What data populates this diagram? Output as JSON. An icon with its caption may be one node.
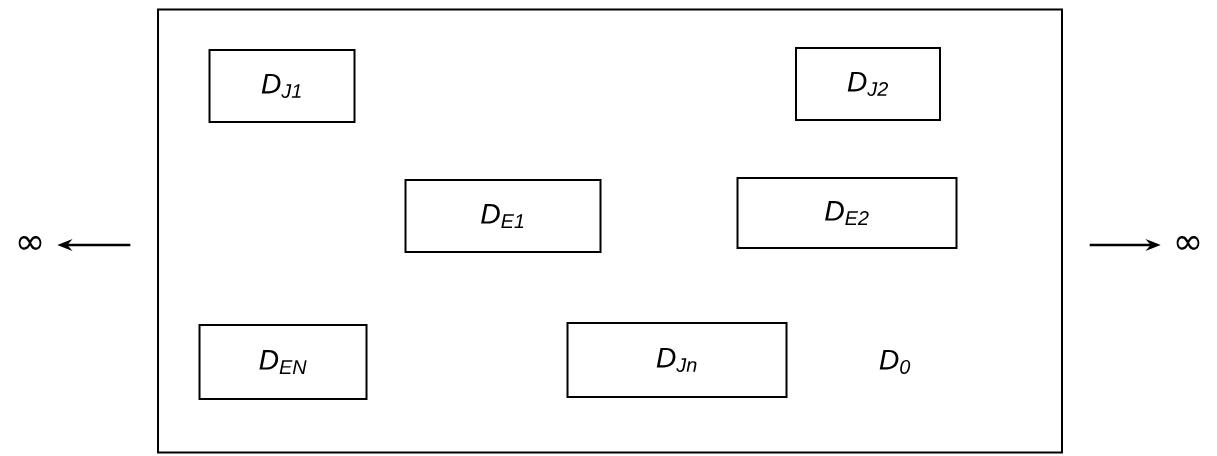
{
  "diagram": {
    "nodes": [
      {
        "text": [
          "D$_{0}$"
        ]
      },
      {
        "text": [
          "D$_{J1}$"
        ],
        "in": 0
      },
      {
        "text": [
          "D$_{J2}$"
        ],
        "in": 0
      },
      {
        "text": [
          "D$_{E1}$"
        ],
        "in": 0
      },
      {
        "text": [
          "D$_{E2}$"
        ],
        "in": 0
      },
      {
        "text": [
          "D$_{EN}$"
        ],
        "in": 0
      },
      {
        "text": [
          "D$_{Jn}$"
        ],
        "in": 0
      },
      {
        "text": [
          "∞"
        ]
      },
      {
        "text": [
          "∞"
        ]
      }
    ],
    "edges": [
      {
        "from": 0,
        "to": 7,
        "arrow": "to"
      },
      {
        "from": 0,
        "to": 8,
        "arrow": "to"
      }
    ]
  }
}
